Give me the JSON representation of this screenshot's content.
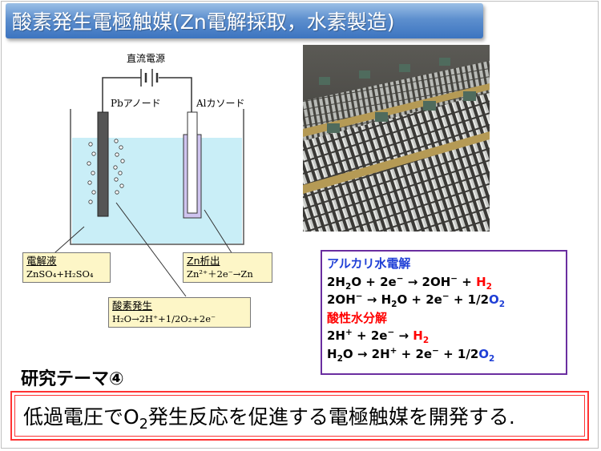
{
  "title": "酸素発生電極触媒(Zn電解採取，水素製造)",
  "diagram": {
    "power_label": "直流電源",
    "anode_label": "Pbアノード",
    "cathode_label": "Alカソード",
    "electrolyte": {
      "head": "電解液",
      "formula": "ZnSO₄+H₂SO₄"
    },
    "zn_deposit": {
      "head": "Zn析出",
      "equation": "Zn²⁺＋2e⁻→Zn"
    },
    "oxygen_evolution": {
      "head": "酸素発生",
      "equation": "H₂O→2H⁺+1/2O₂+2e⁻"
    }
  },
  "reactions": {
    "alkaline_header": "アルカリ水電解",
    "alkaline_eq1": "2H₂O + 2e⁻ → 2OH⁻ + H₂",
    "alkaline_eq2": "2OH⁻ → H₂O + 2e⁻ + 1/2O₂",
    "acid_header": "酸性水分解",
    "acid_eq1": "2H⁺ + 2e⁻ → H₂",
    "acid_eq2": "H₂O → 2H⁺ + 2e⁻ + 1/2O₂"
  },
  "theme_label": "研究テーマ④",
  "goal_text": "低過電圧でO₂発生反応を促進する電極触媒を開発する.",
  "colors": {
    "title_bar": "#3c74c0",
    "electrolyte": "#c9eef7",
    "callout_fill": "#fdf6c7",
    "reaction_border": "#6a2ea0",
    "header_blue": "#1f3fd6",
    "highlight_red": "#ff0000",
    "goal_border": "#ff3333"
  }
}
